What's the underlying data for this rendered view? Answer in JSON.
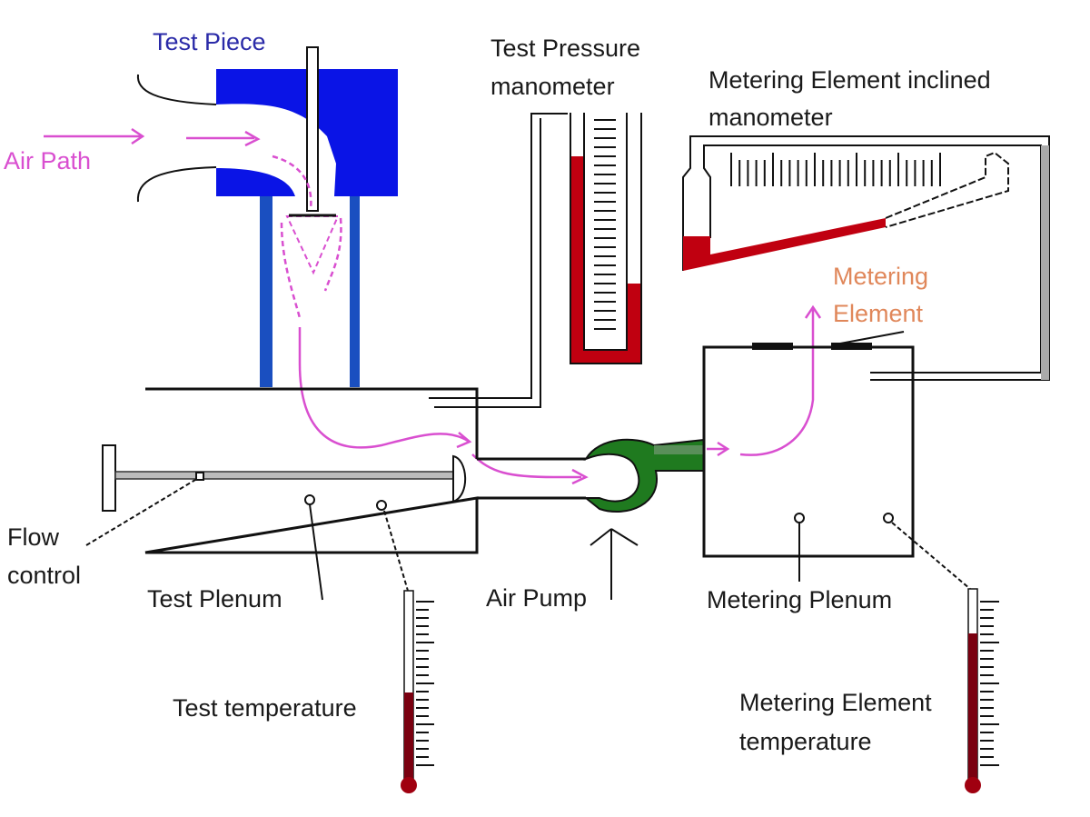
{
  "diagram": {
    "labels": {
      "test_piece": "Test Piece",
      "air_path": "Air Path",
      "test_pressure_1": "Test Pressure",
      "test_pressure_2": "manometer",
      "inclined_1": "Metering Element inclined",
      "inclined_2": "manometer",
      "metering_element_1": "Metering",
      "metering_element_2": "Element",
      "flow_control_1": "Flow",
      "flow_control_2": "control",
      "test_plenum": "Test Plenum",
      "air_pump": "Air Pump",
      "metering_plenum": "Metering Plenum",
      "test_temperature": "Test temperature",
      "metering_temp_1": "Metering Element",
      "metering_temp_2": "temperature"
    },
    "colors": {
      "test_piece_fill": "#0a14e6",
      "stand_blue": "#1a4fc0",
      "fluid_red": "#c00010",
      "air_pump_green": "#1f7a1f",
      "air_path_pink": "#d94fd0",
      "metering_label": "#e0875a"
    }
  }
}
